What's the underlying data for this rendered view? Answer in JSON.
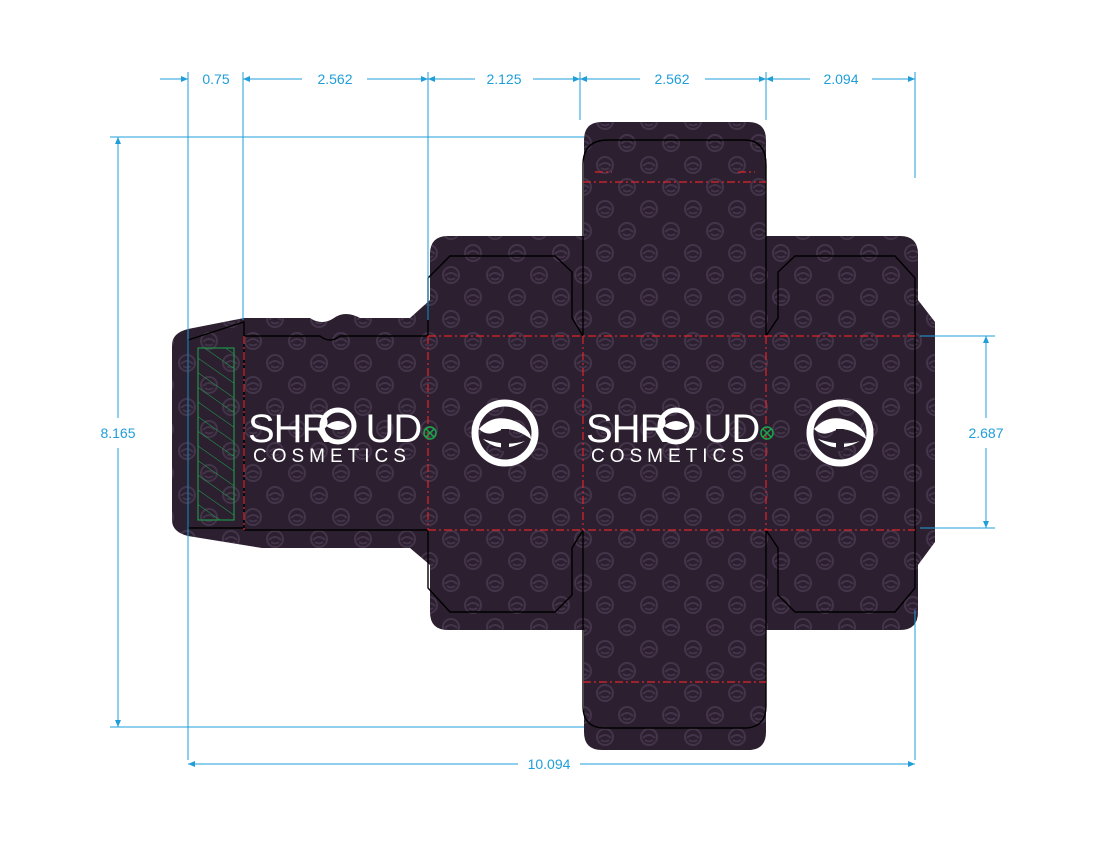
{
  "colors": {
    "board": "#2c2030",
    "pattern": "#4a3a50",
    "dimension": "#1f9ed9",
    "fold_line": "#e0242b",
    "cut_line": "#000000",
    "glue_hatch": "#1aa64a",
    "logo": "#ffffff"
  },
  "dimensions": {
    "glue_flap_width": "0.75",
    "panel_1_width": "2.562",
    "panel_2_width": "2.125",
    "panel_3_width": "2.562",
    "panel_4_width": "2.094",
    "total_height": "8.165",
    "panel_height": "2.687",
    "total_width": "10.094"
  },
  "brand": {
    "name_prefix": "SHR",
    "name_suffix": "UD",
    "tagline": "COSMETICS"
  },
  "icons": {
    "logo_mark": "shroud-eye-icon",
    "registration_mark": "registration-mark-icon"
  }
}
